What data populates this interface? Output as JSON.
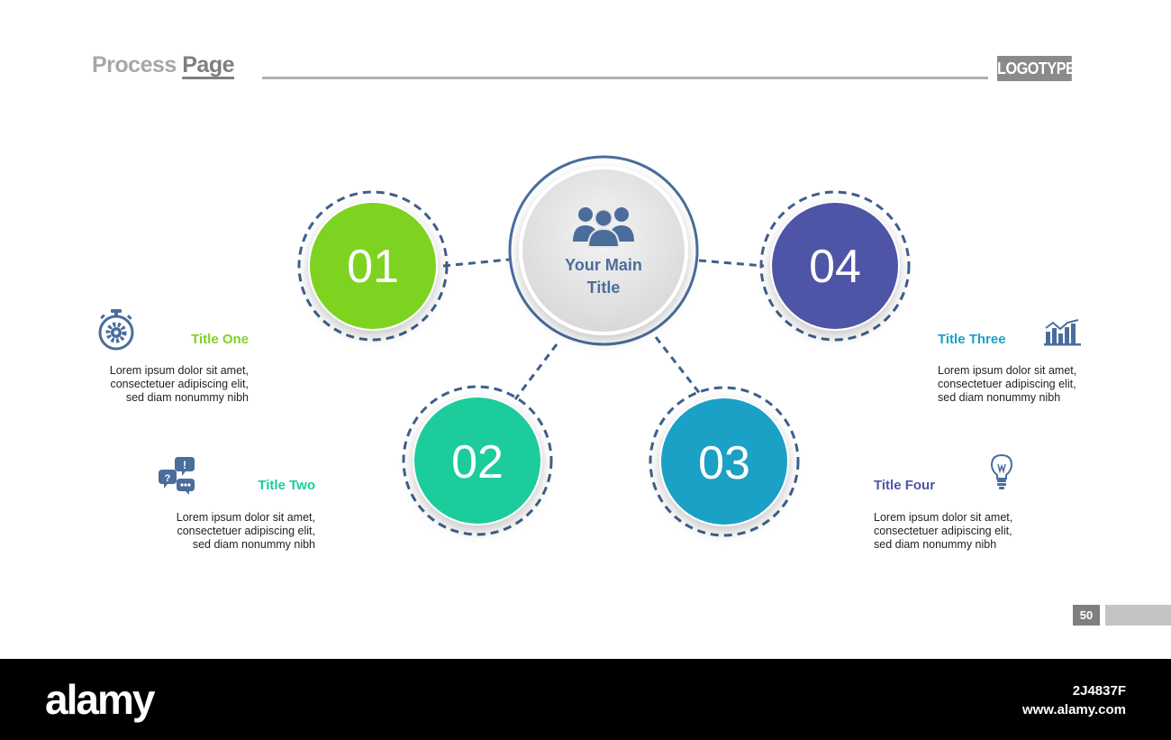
{
  "header": {
    "title_word1": "Process ",
    "title_word2": "Page",
    "logotype": "LOGOTYPE"
  },
  "center": {
    "title_line1": "Your Main",
    "title_line2": "Title",
    "icon": "people-group-icon"
  },
  "steps": [
    {
      "number": "01",
      "title": "Title One",
      "desc": "Lorem ipsum dolor sit amet,\nconsectetuer adipiscing elit,\nsed diam nonummy nibh",
      "color": "#7ed321",
      "icon": "stopwatch-gear-icon"
    },
    {
      "number": "02",
      "title": "Title Two",
      "desc": "Lorem ipsum dolor sit amet,\nconsectetuer adipiscing elit,\nsed diam nonummy nibh",
      "color": "#1ccc9c",
      "icon": "speech-bubbles-icon"
    },
    {
      "number": "03",
      "title": "Title Three",
      "desc": "Lorem ipsum dolor sit amet,\nconsectetuer adipiscing elit,\nsed diam nonummy nibh",
      "color": "#1ba0c6",
      "icon": "bar-chart-icon"
    },
    {
      "number": "04",
      "title": "Title Four",
      "desc": "Lorem ipsum dolor sit amet,\nconsectetuer adipiscing elit,\nsed diam nonummy nibh",
      "color": "#4f55a6",
      "icon": "light-bulb-icon"
    }
  ],
  "circle_numbers": [
    "01",
    "02",
    "03",
    "04"
  ],
  "circle_colors": [
    "#7ed321",
    "#1ccc9c",
    "#1ba0c6",
    "#4f55a6"
  ],
  "page_number": "50",
  "footer": {
    "brand": "alamy",
    "image_id": "2J4837F",
    "url": "www.alamy.com"
  },
  "colors": {
    "connector": "#3f5f8a",
    "center_ring": "#4a6d9c",
    "icon": "#4a6d9c",
    "text": "#222222"
  }
}
